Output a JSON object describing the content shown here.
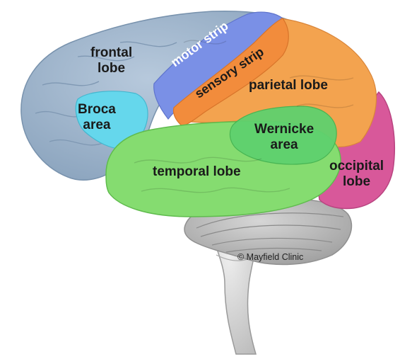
{
  "labels": {
    "frontal": [
      "frontal",
      "lobe"
    ],
    "broca": [
      "Broca",
      "area"
    ],
    "motor": "motor strip",
    "sensory": "sensory strip",
    "parietal": "parietal lobe",
    "wernicke": [
      "Wernicke",
      "area"
    ],
    "temporal": "temporal lobe",
    "occipital": [
      "occipital",
      "lobe"
    ]
  },
  "credit": "© Mayfield Clinic",
  "colors": {
    "frontal": "#9db4cc",
    "broca": "#62d9ee",
    "motor": "#7a90e6",
    "sensory": "#f39a4d",
    "parietal": "#f3a34f",
    "wernicke": "#5fd16e",
    "temporal": "#85dc70",
    "occipital": "#d8589a",
    "cerebellum": "#b9b9b9",
    "brainstem": "#d4d4d4"
  }
}
